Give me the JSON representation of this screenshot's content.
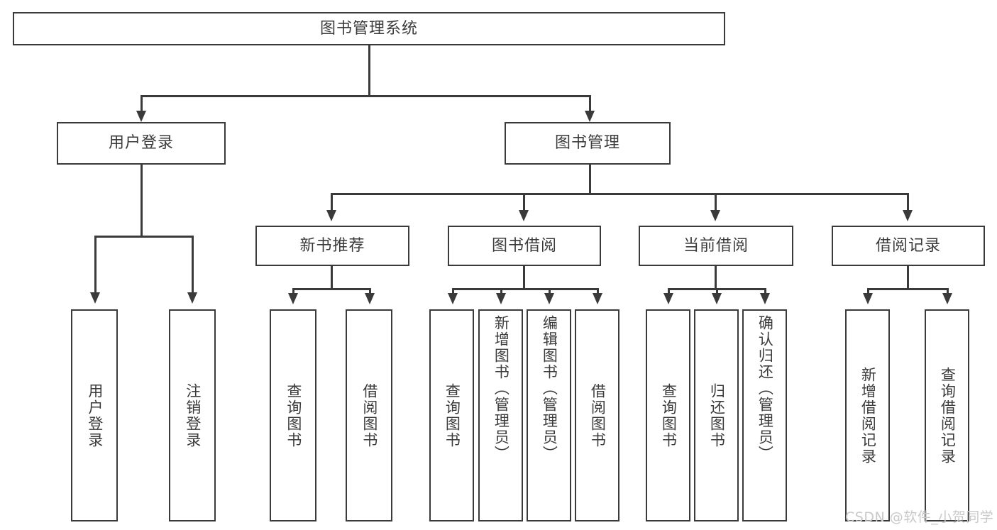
{
  "diagram": {
    "title": "图书管理系统",
    "type": "hierarchy-tree",
    "root": {
      "label": "图书管理系统"
    },
    "level2": [
      {
        "label": "用户登录"
      },
      {
        "label": "图书管理"
      }
    ],
    "level3": [
      {
        "label": "新书推荐"
      },
      {
        "label": "图书借阅"
      },
      {
        "label": "当前借阅"
      },
      {
        "label": "借阅记录"
      }
    ],
    "leaves": {
      "user_login": [
        {
          "label": "用户登录"
        },
        {
          "label": "注销登录"
        }
      ],
      "new_book_recommend": [
        {
          "label": "查询图书"
        },
        {
          "label": "借阅图书"
        }
      ],
      "book_borrow": [
        {
          "label": "查询图书"
        },
        {
          "label": "新增图书（管理员）"
        },
        {
          "label": "编辑图书（管理员）"
        },
        {
          "label": "借阅图书"
        }
      ],
      "current_borrow": [
        {
          "label": "查询图书"
        },
        {
          "label": "归还图书"
        },
        {
          "label": "确认归还（管理员）"
        }
      ],
      "borrow_record": [
        {
          "label": "新增借阅记录"
        },
        {
          "label": "查询借阅记录"
        }
      ]
    }
  },
  "watermark": {
    "text": "CSDN @软件_小贺同学"
  },
  "colors": {
    "stroke": "#3a3a3a",
    "text": "#3b3b3b",
    "background": "#ffffff",
    "watermark": "#c9c9c9"
  }
}
